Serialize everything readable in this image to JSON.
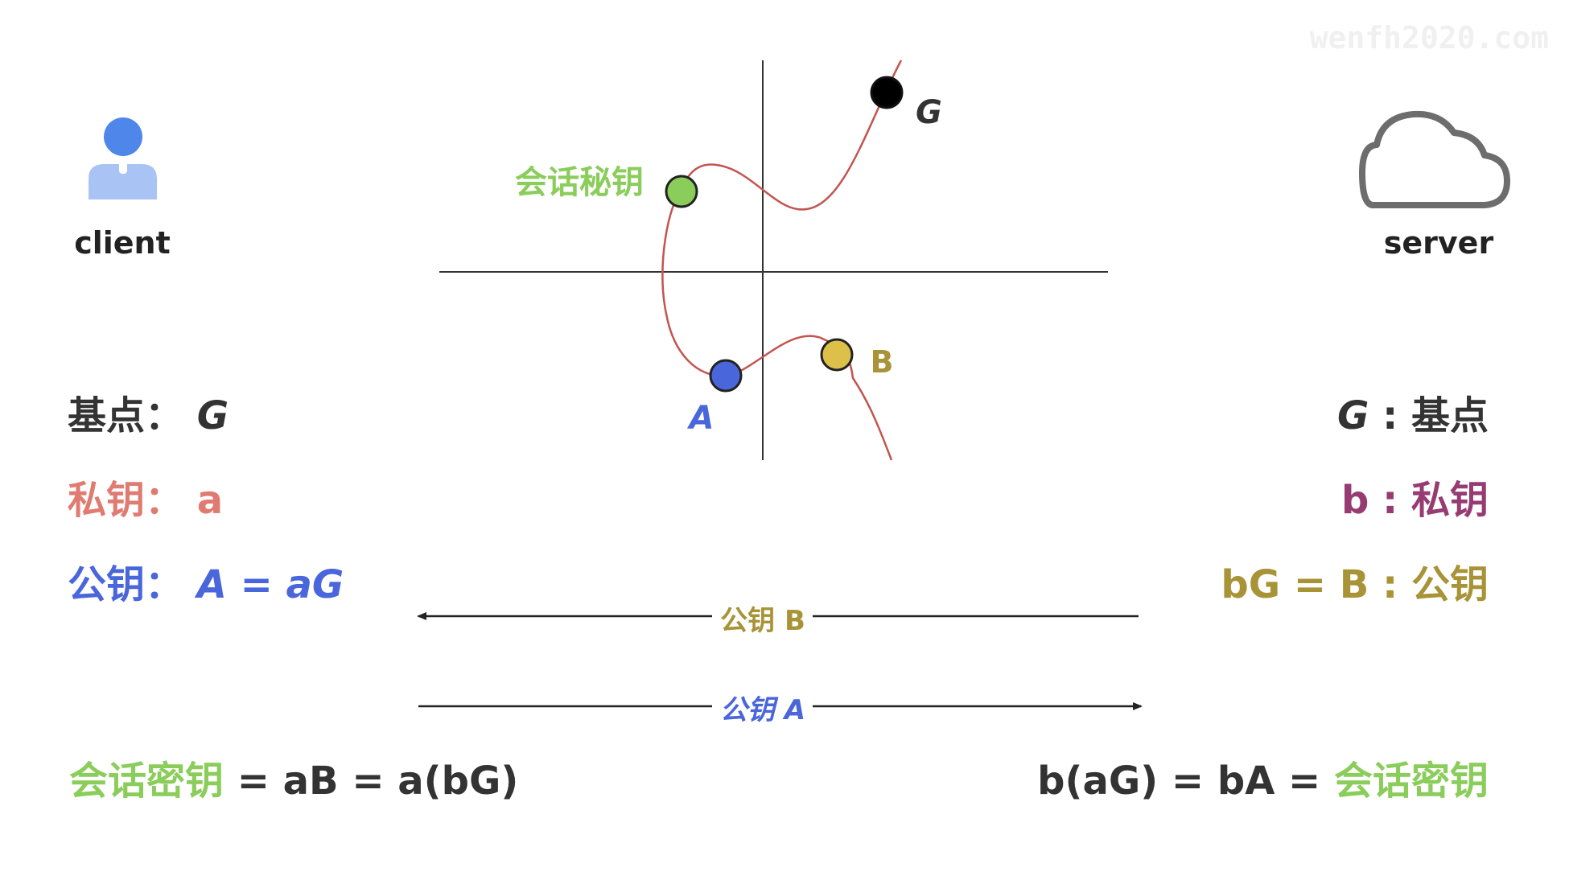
{
  "watermark": "wenfh2020.com",
  "client": {
    "label": "client",
    "icon": "user-icon",
    "colors": {
      "head": "#4f86ea",
      "body": "#a9c4f4"
    },
    "base_point": {
      "label": "基点：",
      "value": "G",
      "color": "#333333"
    },
    "private_key": {
      "label": "私钥：",
      "value": "a",
      "color": "#e07b72"
    },
    "public_key": {
      "label": "公钥：",
      "value": "A = aG",
      "color": "#4a66db"
    },
    "session_key": {
      "label": "会话密钥",
      "formula": " = aB = a(bG)",
      "label_color": "#8acd5a",
      "formula_color": "#333333"
    }
  },
  "server": {
    "label": "server",
    "icon": "cloud-icon",
    "base_point": {
      "value": "G",
      "label": " : 基点",
      "color": "#333333"
    },
    "private_key": {
      "value": "b",
      "label": " : 私钥",
      "color": "#963c72"
    },
    "public_key": {
      "value": "bG = B",
      "label": " : 公钥",
      "color": "#a89337"
    },
    "session_key": {
      "formula": "b(aG) = bA = ",
      "label": "会话密钥",
      "label_color": "#8acd5a",
      "formula_color": "#333333"
    }
  },
  "curve": {
    "color": "#c2554f",
    "points": {
      "G": {
        "label": "G",
        "color": "#000000",
        "label_color": "#333333"
      },
      "session": {
        "label": "会话秘钥",
        "color": "#8acd5a",
        "label_color": "#8acd5a"
      },
      "A": {
        "label": "A",
        "color": "#4a66db",
        "label_color": "#4a66db"
      },
      "B": {
        "label": "B",
        "color": "#dcc049",
        "label_color": "#a89337"
      }
    }
  },
  "arrows": {
    "to_client": {
      "label": "公钥 B",
      "color": "#a89337"
    },
    "to_server": {
      "label": "公钥 A",
      "color": "#4a66db"
    }
  }
}
